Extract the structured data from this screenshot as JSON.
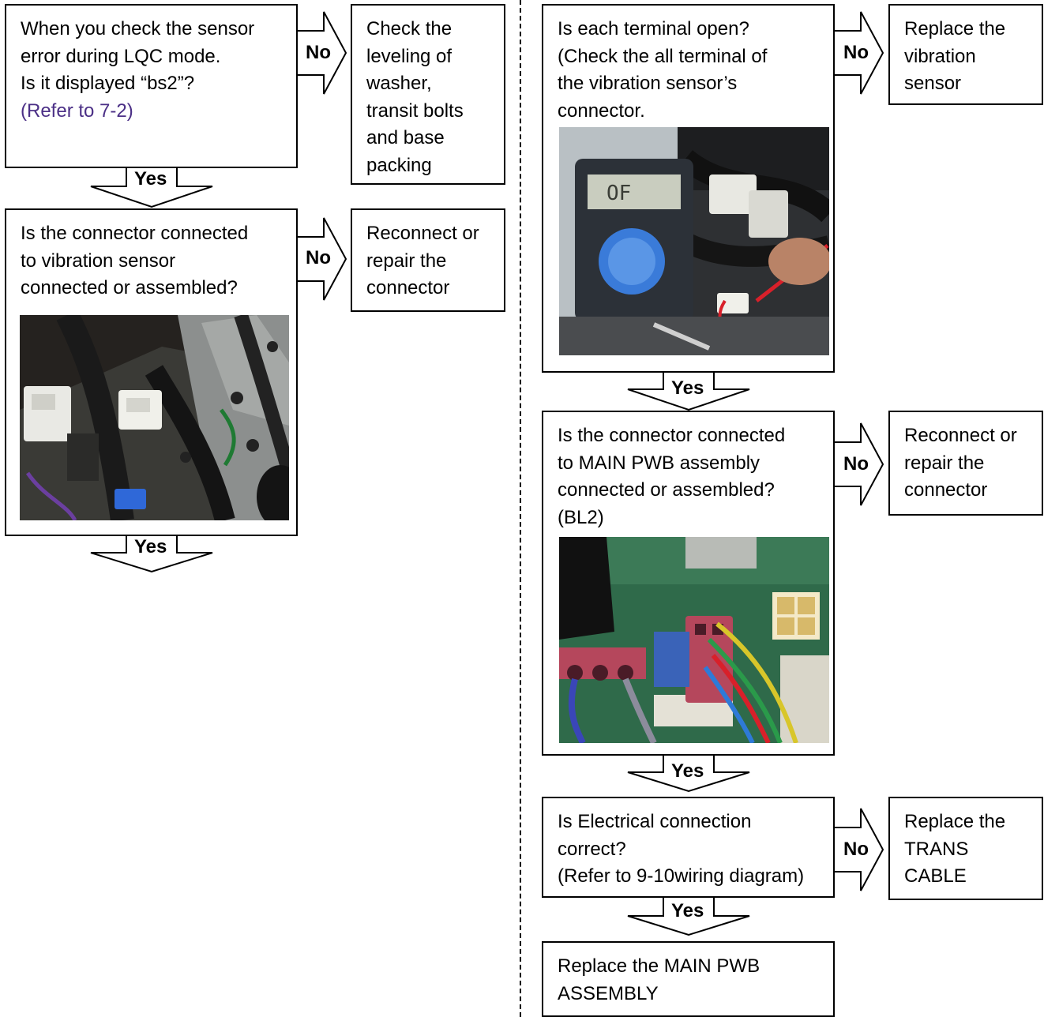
{
  "left": {
    "q1": [
      "When you check the sensor",
      "error during LQC mode.",
      "Is it displayed “bs2”?",
      "(Refer to 7-2)"
    ],
    "r1": [
      "Check the",
      "leveling of",
      "washer,",
      "transit bolts",
      "and base",
      "packing"
    ],
    "q2": [
      "Is the connector connected",
      "to vibration sensor",
      "connected or assembled?"
    ],
    "r2": [
      "Reconnect or",
      "repair the",
      "connector"
    ]
  },
  "right": {
    "q3": [
      "Is each terminal open?",
      "(Check the all terminal of",
      "the vibration sensor’s",
      "connector."
    ],
    "r3": [
      "Replace the",
      "vibration",
      "sensor"
    ],
    "q4": [
      "Is the connector connected",
      "to MAIN PWB assembly",
      "connected or assembled?",
      "(BL2)"
    ],
    "r4": [
      "Reconnect or",
      "repair the",
      "connector"
    ],
    "q5": [
      "Is Electrical connection",
      "correct?",
      "(Refer to 9-10wiring diagram)"
    ],
    "r5": [
      "Replace the",
      "TRANS",
      "CABLE"
    ],
    "final": [
      "Replace the MAIN PWB",
      "ASSEMBLY"
    ]
  },
  "labels": {
    "no": "No",
    "yes": "Yes"
  },
  "colors": {
    "reference_link": "#4b2f86"
  }
}
